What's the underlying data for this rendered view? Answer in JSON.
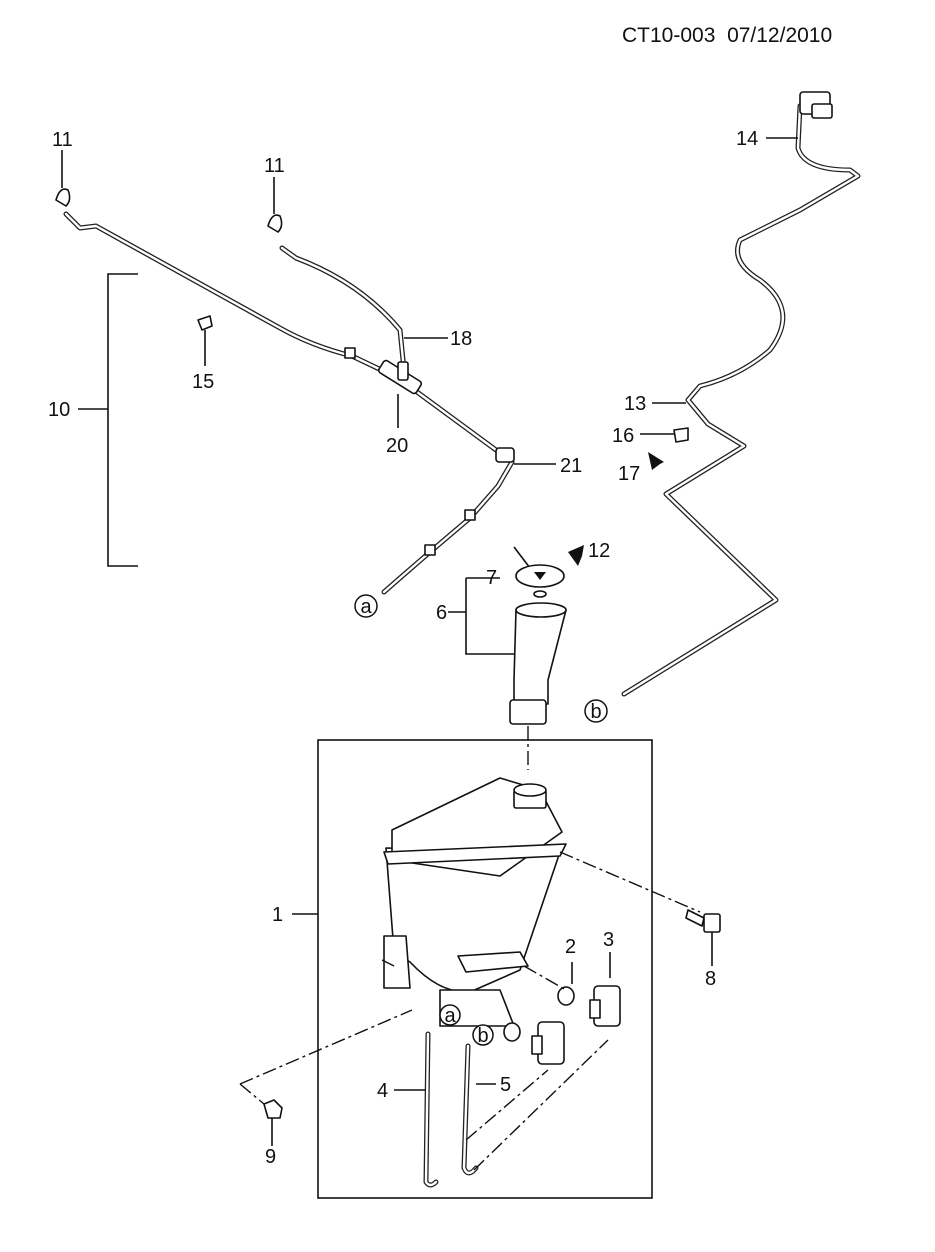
{
  "header": {
    "code": "CT10-003",
    "date": "07/12/2010"
  },
  "callouts": {
    "n1": "1",
    "n2": "2",
    "n3": "3",
    "n4": "4",
    "n5": "5",
    "n6": "6",
    "n7": "7",
    "n8": "8",
    "n9": "9",
    "n10": "10",
    "n11a": "11",
    "n11b": "11",
    "n12": "12",
    "n13": "13",
    "n14": "14",
    "n15": "15",
    "n16": "16",
    "n17": "17",
    "n18": "18",
    "n20": "20",
    "n21": "21"
  },
  "connectors": {
    "a_top": "a",
    "b_top": "b",
    "a_low": "a",
    "b_low": "b"
  }
}
